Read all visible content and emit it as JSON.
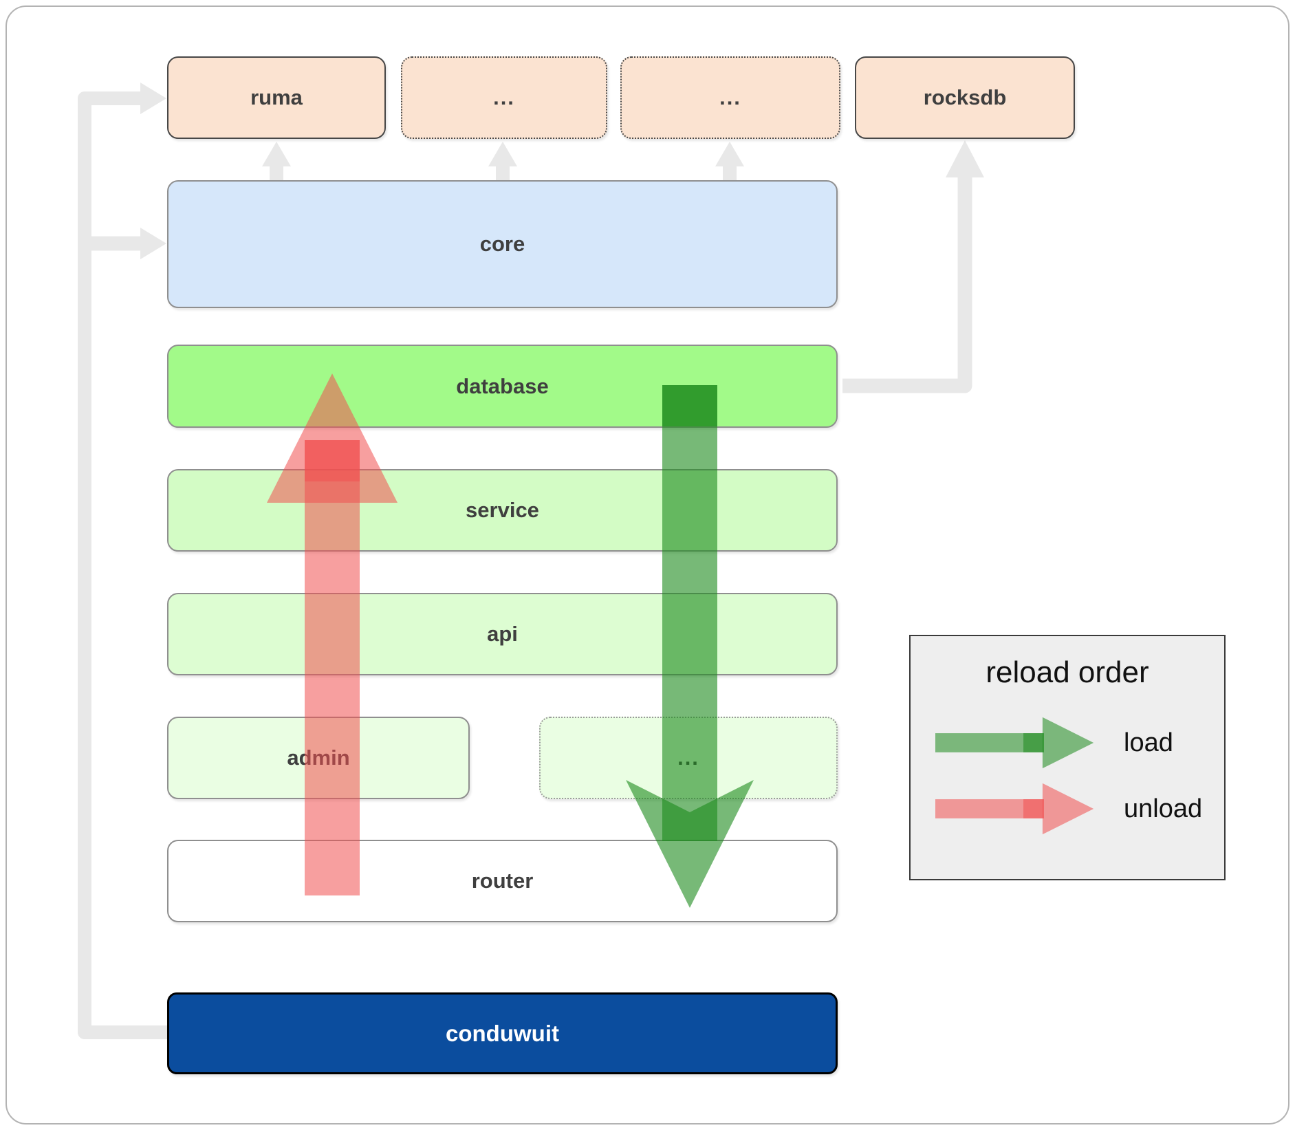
{
  "colors": {
    "load": "#1d8a1d",
    "unload": "#f15050",
    "connector": "#e8e8e8",
    "peach_fill": "#fbe3d1",
    "core_fill": "#d6e7fa",
    "database_fill": "#a2fa89",
    "service_fill": "#d3fcc5",
    "api_fill": "#ddfdd2",
    "admin_fill": "#eafee3",
    "router_fill": "#ffffff",
    "app_fill": "#0b4d9e"
  },
  "diagram": {
    "top_row": [
      {
        "label": "ruma"
      },
      {
        "label": "..."
      },
      {
        "label": "..."
      },
      {
        "label": "rocksdb"
      }
    ],
    "core": {
      "label": "core"
    },
    "database": {
      "label": "database"
    },
    "service": {
      "label": "service"
    },
    "api": {
      "label": "api"
    },
    "admin": {
      "label": "admin"
    },
    "admin_dots": {
      "label": "..."
    },
    "router": {
      "label": "router"
    },
    "app": {
      "label": "conduwuit"
    }
  },
  "legend": {
    "title": "reload order",
    "items": [
      {
        "label": "load",
        "color": "#1d8a1d"
      },
      {
        "label": "unload",
        "color": "#f15050"
      }
    ]
  }
}
